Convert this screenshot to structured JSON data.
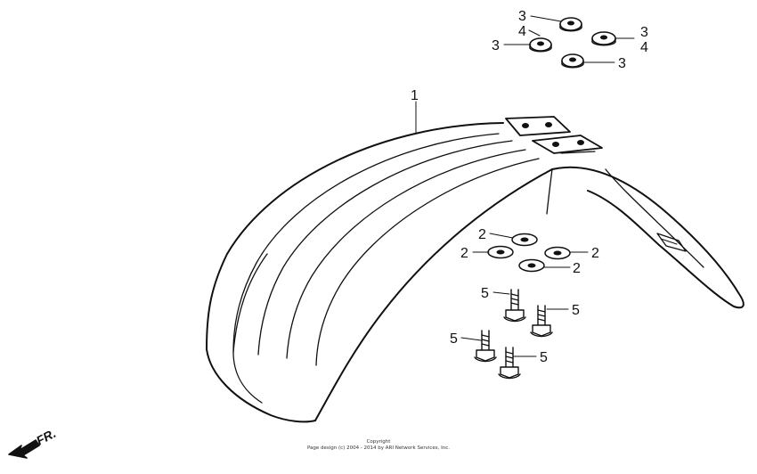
{
  "diagram": {
    "callouts": {
      "fender": "1",
      "washer_a": "2",
      "washer_b": "2",
      "washer_c": "2",
      "washer_d": "2",
      "grommet_a": "3",
      "grommet_b": "3",
      "grommet_c": "3",
      "grommet_d": "3",
      "collar_a": "4",
      "collar_b": "4",
      "bolt_a": "5",
      "bolt_b": "5",
      "bolt_c": "5",
      "bolt_d": "5"
    },
    "direction_label": "FR."
  },
  "footer": {
    "copyright_line1": "Copyright",
    "copyright_line2": "Page design (c) 2004 - 2014 by ARI Network Services, Inc."
  },
  "colors": {
    "ink": "#111111",
    "paper": "#ffffff"
  }
}
